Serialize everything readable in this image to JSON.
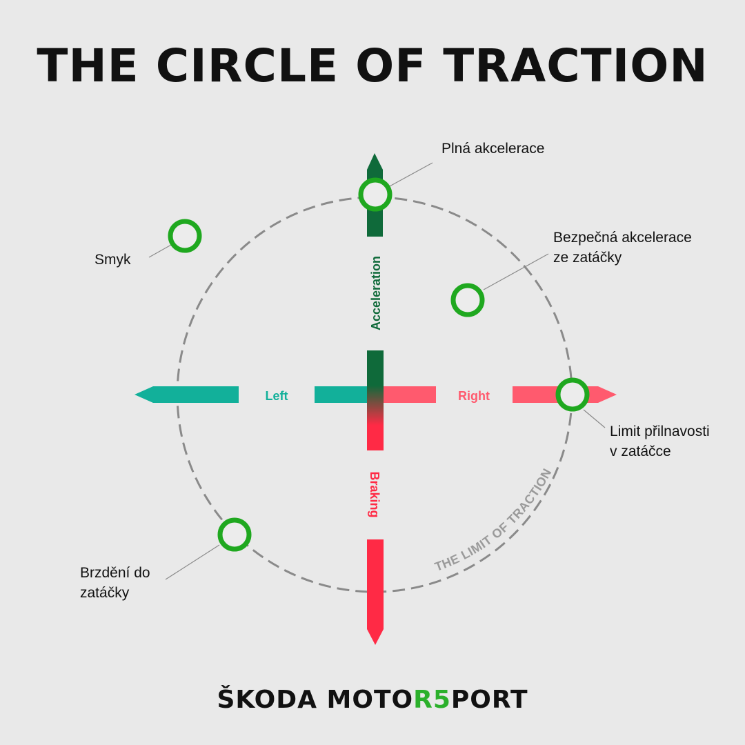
{
  "title": "THE CIRCLE OF TRACTION",
  "axes": {
    "acceleration": "Acceleration",
    "braking": "Braking",
    "left": "Left",
    "right": "Right"
  },
  "circle_label": "THE LIMIT OF TRACTION",
  "callouts": {
    "full_acceleration": "Plná akcelerace",
    "safe_acceleration_line1": "Bezpečná akcelerace",
    "safe_acceleration_line2": "ze zatáčky",
    "skid": "Smyk",
    "cornering_limit_line1": "Limit přilnavosti",
    "cornering_limit_line2": "v zatáčce",
    "braking_into_corner_line1": "Brzdění do",
    "braking_into_corner_line2": "zatáčky"
  },
  "brand": {
    "part1": "ŠKODA MOTO",
    "part2": "R5",
    "part3": "PORT"
  },
  "colors": {
    "background": "#e9e9e9",
    "acceleration": "#0f6a3a",
    "braking": "#ff2a45",
    "left": "#12b09a",
    "right": "#ff5a6e",
    "marker_ring": "#1fa81f",
    "marker_fill": "#ececec",
    "circle": "#8a8a8a",
    "brand_accent": "#2bb02b"
  }
}
